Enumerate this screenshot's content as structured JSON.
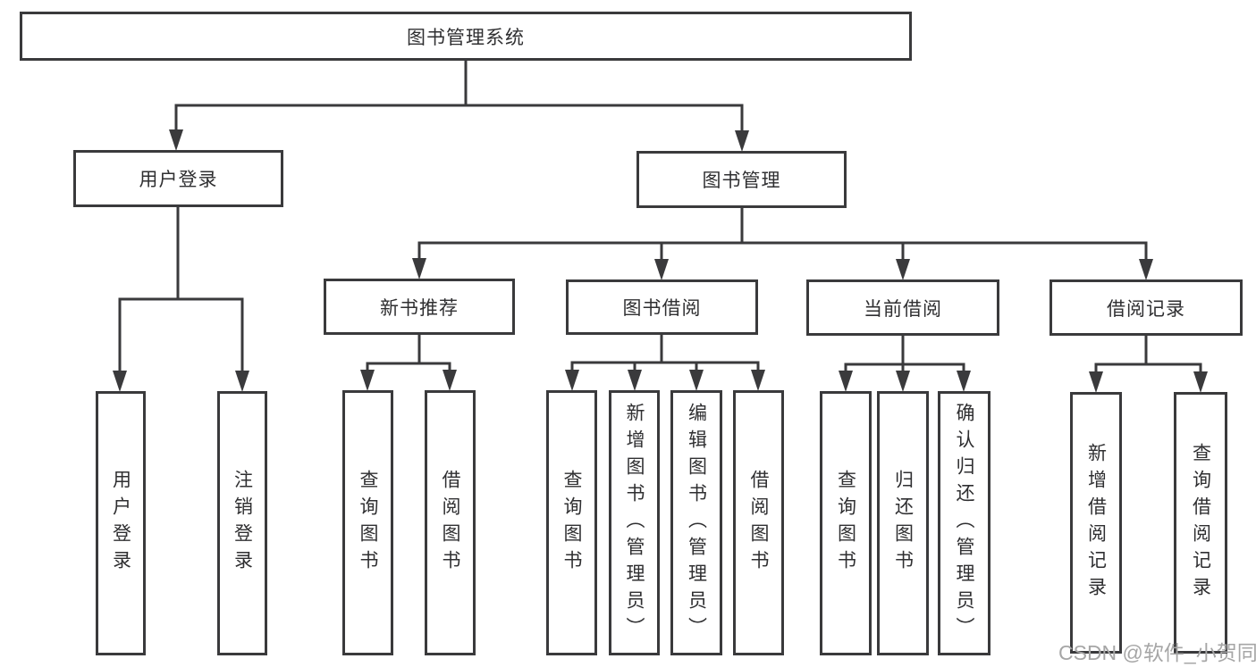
{
  "diagram": {
    "title": "图书管理系统",
    "root": {
      "label": "图书管理系统"
    },
    "level1": [
      {
        "label": "用户登录"
      },
      {
        "label": "图书管理"
      }
    ],
    "level2": [
      {
        "label": "新书推荐"
      },
      {
        "label": "图书借阅"
      },
      {
        "label": "当前借阅"
      },
      {
        "label": "借阅记录"
      }
    ],
    "leaves": {
      "user_login": [
        "用户登录",
        "注销登录"
      ],
      "new_books": [
        "查询图书",
        "借阅图书"
      ],
      "book_borrow": [
        "查询图书",
        "新增图书（管理员）",
        "编辑图书（管理员）",
        "借阅图书"
      ],
      "current_borrow": [
        "查询图书",
        "归还图书",
        "确认归还（管理员）"
      ],
      "borrow_records": [
        "新增借阅记录",
        "查询借阅记录"
      ]
    },
    "colors": {
      "line": "#3a3a3c",
      "text": "#2f2f31",
      "watermark": "#a6a6a6",
      "background": "#ffffff"
    }
  },
  "watermark": {
    "text": "CSDN @软件_小贺同学"
  }
}
